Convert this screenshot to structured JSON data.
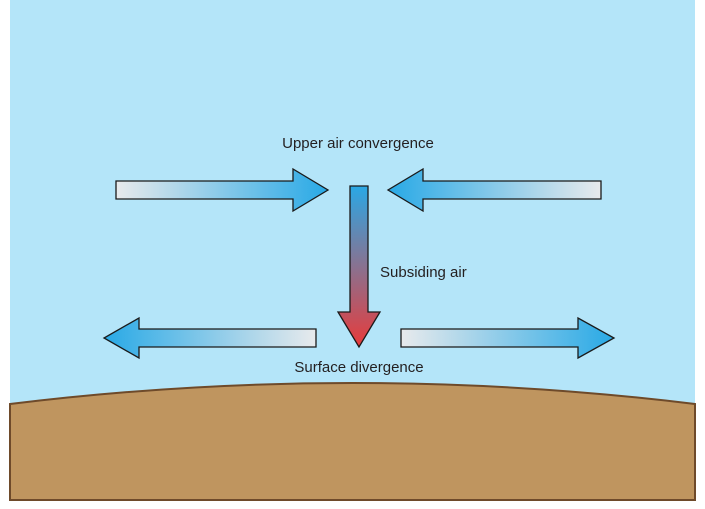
{
  "labels": {
    "upper": "Upper air convergence",
    "subsiding": "Subsiding air",
    "surface": "Surface divergence"
  },
  "colors": {
    "sky": "#B4E5F9",
    "ground": "#BF955F",
    "ground_edge": "#6E4A2A",
    "arrow_blue": "#28A9E6",
    "arrow_light": "#E8EAEC",
    "arrow_red": "#E83B3B",
    "outline": "#1A1A1A",
    "text": "#231F20"
  }
}
